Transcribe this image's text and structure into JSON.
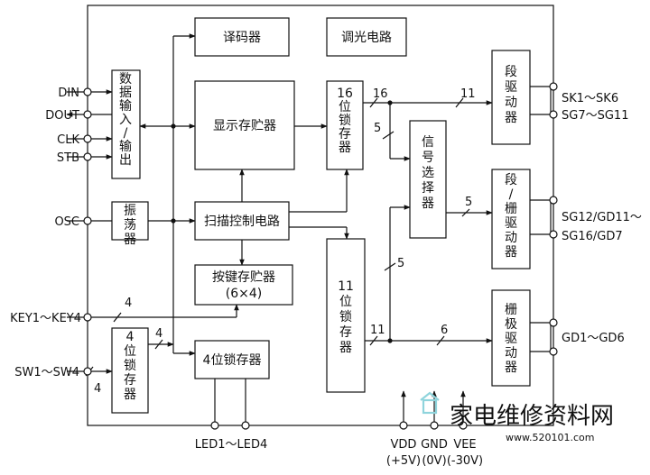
{
  "blocks": {
    "decoder": "译码器",
    "dimming": "调光电路",
    "data_io": "数据输入/输出",
    "display_mem": "显示存贮器",
    "latch16": "16位锁存器",
    "seg_drv": "段驱动器",
    "signal_sel": "信号选择器",
    "seg_grid_drv": "段/栅驱动器",
    "oscillator": "振荡器",
    "scan_ctrl": "扫描控制电路",
    "latch11": "11位锁存器",
    "grid_drv": "栅极驱动器",
    "key_mem_l1": "按键存贮器",
    "key_mem_l2": "(6×4)",
    "latch4_sw": "4位锁存器",
    "latch4_led": "4位锁存器"
  },
  "pins": {
    "din": "DIN",
    "dout": "DOUT",
    "clk": "CLK",
    "stb": "STB",
    "osc": "OSC",
    "key": "KEY1～KEY4",
    "sw": "SW1～SW4",
    "led": "LED1～LED4",
    "sk1": "SK1～SK6",
    "sg7": "SG7～SG11",
    "sg12a": "SG12/GD11～",
    "sg12b": "SG16/GD7",
    "gd": "GD1～GD6",
    "vdd": "VDD",
    "gnd": "GND",
    "vee": "VEE",
    "vdd_v": "(+5V)",
    "gnd_v": "(0V)",
    "vee_v": "(-30V)"
  },
  "bus_widths": {
    "b16_top": "16",
    "b11_out": "11",
    "b5_a": "5",
    "b5_b": "5",
    "b5_c": "5",
    "b4_key": "4",
    "b4_sw_in": "4",
    "b4_sw": "4",
    "b11_in": "11",
    "b6": "6"
  },
  "watermark": {
    "text": "家电维修资料网",
    "url": "www.520101.com"
  },
  "colors": {
    "line": "#111111",
    "background": "#ffffff",
    "watermark": "#8fd4dc"
  }
}
